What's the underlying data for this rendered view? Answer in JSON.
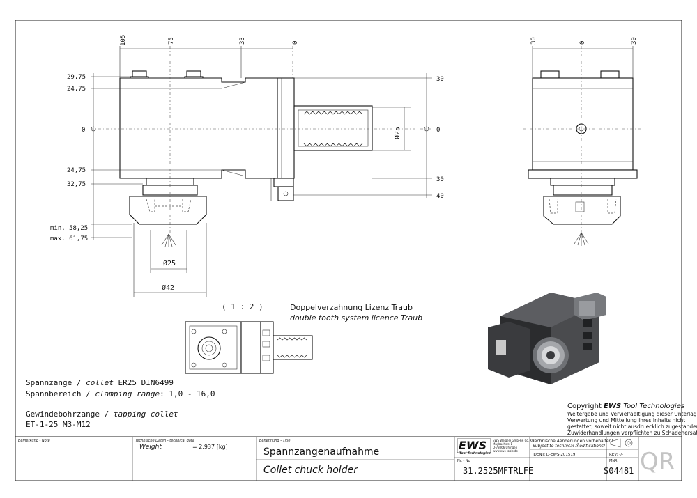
{
  "dims_top_left": [
    "105",
    "75",
    "33",
    "0"
  ],
  "dims_top_right": [
    "30",
    "0",
    "30"
  ],
  "dims_left": [
    "29,75",
    "24,75",
    "0",
    "24,75",
    "32,75"
  ],
  "dims_right": [
    "30",
    "0",
    "30",
    "40"
  ],
  "shank_diameter": "Ø25",
  "dim_minmax": [
    "min. 58,25",
    "max. 61,75"
  ],
  "dim_d25": "Ø25",
  "dim_d42": "Ø42",
  "scale": "( 1 : 2 )",
  "licence_de": "Doppelverzahnung Lizenz Traub",
  "licence_en": "double tooth system licence Traub",
  "specs": {
    "collet_de": "Spannzange",
    "collet_en": "collet",
    "collet_value": "ER25",
    "collet_norm": "DIN6499",
    "range_de": "Spannbereich",
    "range_en": "clamping range",
    "range_value": ": 1,0 - 16,0",
    "tap_de": "Gewindebohrzange",
    "tap_en": "tapping collet",
    "tap_value": "ET-1-25   M3-M12"
  },
  "copyright": {
    "title_prefix": "Copyright ",
    "title_brand": "EWS",
    "title_suffix": " Tool Technologies",
    "lines": [
      "Weitergabe und Vervielfaeltigung dieser Unterlage,",
      "Verwertung und Mitteilung ihres Inhalts nicht",
      "gestattet, soweit nicht ausdruecklich zugestanden.",
      "Zuwiderhandlungen verpflichten zu Schadenersatz."
    ]
  },
  "title_block": {
    "remark_label": "Bemerkung - Note",
    "techdata_label": "Technische Daten - technical data",
    "weight_label": "Weight",
    "weight_value": "= 2.937 [kg]",
    "name_label": "Benennung - Title",
    "title_de": "Spannzangenaufnahme",
    "title_en": "Collet chuck holder",
    "logo": "EWS",
    "logo_sub": "Tool Technologies",
    "company_lines": [
      "EWS Weigele GmbH & Co. KG",
      "Maybachstr. 1",
      "D-73066 Uhingen",
      "www.ews-tools.de"
    ],
    "nr_label": "Nr. - No",
    "part_number": "31.2525MFTRLFE",
    "tech_change_de": "Technische Aenderungen vorbehalten!",
    "tech_change_en": "Subject to technical modifications!",
    "ident": "IDENT: D-EWS-201519",
    "rev": "REV: -/-",
    "mnr_label": "MNR",
    "mnr": "S04481",
    "qr": "QR"
  }
}
